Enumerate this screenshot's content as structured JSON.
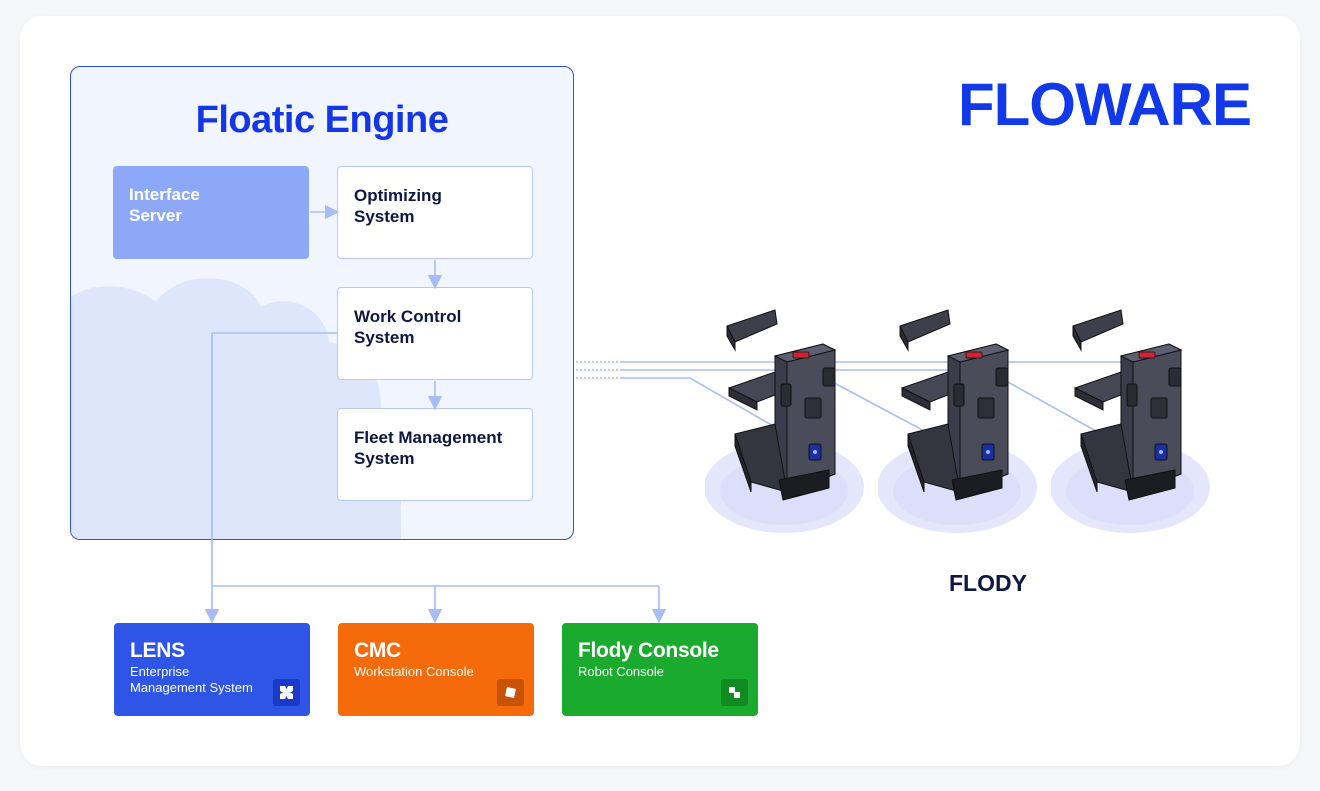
{
  "brand": "FLOWARE",
  "engine": {
    "title": "Floatic Engine",
    "interface_server": "Interface\nServer",
    "optimizing": "Optimizing\nSystem",
    "work_control": "Work Control\nSystem",
    "fleet": "Fleet Management\nSystem"
  },
  "robots": {
    "label": "FLODY",
    "count": 3
  },
  "consoles": [
    {
      "title": "LENS",
      "subtitle": "Enterprise\nManagement System",
      "color": "#2f55e6",
      "icon": "lens-logo-icon"
    },
    {
      "title": "CMC",
      "subtitle": "Workstation Console",
      "color": "#f56a0a",
      "icon": "cmc-logo-icon"
    },
    {
      "title": "Flody Console",
      "subtitle": "Robot Console",
      "color": "#1aab2e",
      "icon": "flody-console-logo-icon"
    }
  ],
  "colors": {
    "accent": "#1139ea",
    "connector": "#a8bdf5",
    "text_dark": "#0f1640"
  }
}
